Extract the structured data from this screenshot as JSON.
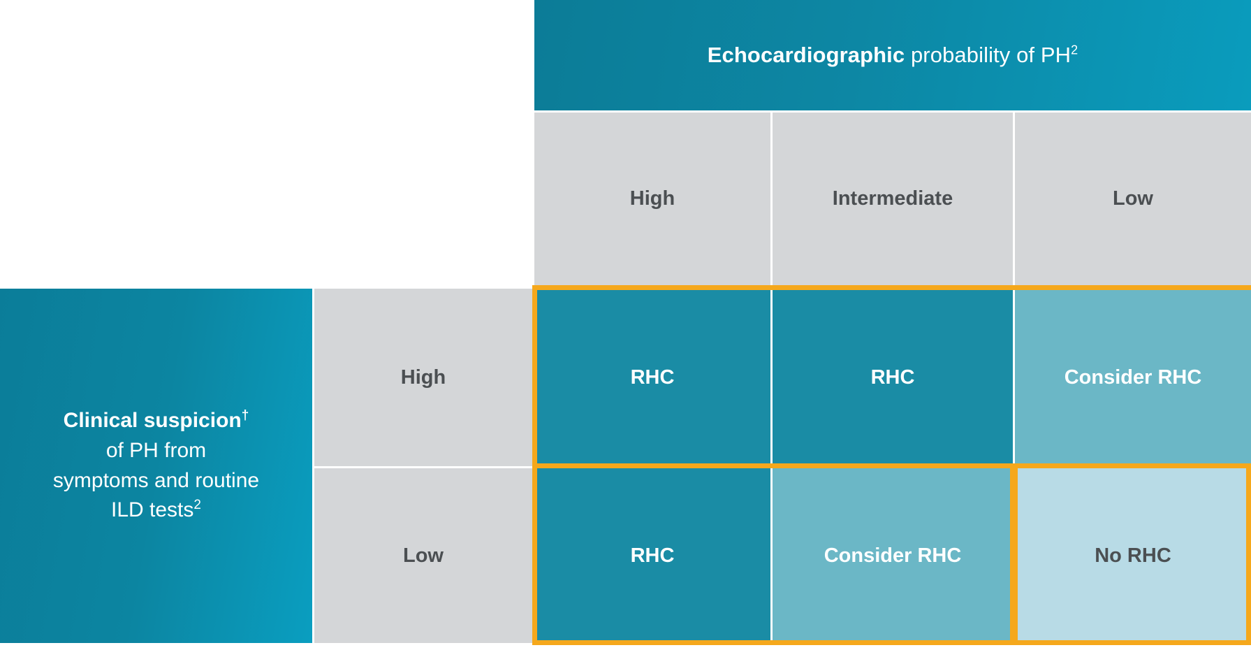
{
  "header": {
    "bold_part": "Echocardiographic",
    "rest_part": " probability of PH",
    "superscript": "2"
  },
  "row_axis": {
    "title_bold": "Clinical suspicion",
    "title_superscript": "†",
    "line2": "of PH from",
    "line3": "symptoms and routine",
    "line4": "ILD tests",
    "line4_superscript": "2"
  },
  "columns": [
    {
      "label": "High"
    },
    {
      "label": "Intermediate"
    },
    {
      "label": "Low"
    }
  ],
  "rows": [
    {
      "label": "High"
    },
    {
      "label": "Low"
    }
  ],
  "matrix": [
    [
      {
        "text": "RHC",
        "level": "rhc"
      },
      {
        "text": "RHC",
        "level": "rhc"
      },
      {
        "text": "Consider RHC",
        "level": "consider"
      }
    ],
    [
      {
        "text": "RHC",
        "level": "rhc"
      },
      {
        "text": "Consider RHC",
        "level": "consider"
      },
      {
        "text": "No RHC",
        "level": "no-rhc"
      }
    ]
  ],
  "colors": {
    "header_teal": "#0d87a4",
    "panel_teal": "#0c85a1",
    "grey_header": "#d4d6d8",
    "rhc_fill": "#1a8ca5",
    "consider_fill": "#6bb7c6",
    "no_rhc_fill": "#b8dbe6",
    "highlight_orange": "#f5a81c",
    "dark_text": "#4b4f52"
  },
  "chart_data": {
    "type": "table",
    "title": "RHC decision matrix: clinical suspicion vs echocardiographic probability of PH",
    "xlabel": "Echocardiographic probability of PH",
    "ylabel": "Clinical suspicion of PH from symptoms and routine ILD tests",
    "categories": [
      "High",
      "Intermediate",
      "Low"
    ],
    "row_categories": [
      "High",
      "Low"
    ],
    "cells": [
      [
        "RHC",
        "RHC",
        "Consider RHC"
      ],
      [
        "RHC",
        "Consider RHC",
        "No RHC"
      ]
    ],
    "legend": [
      {
        "name": "RHC",
        "color": "#1a8ca5"
      },
      {
        "name": "Consider RHC",
        "color": "#6bb7c6"
      },
      {
        "name": "No RHC",
        "color": "#b8dbe6"
      }
    ],
    "annotations": [
      "Orange outline groups RHC and Consider RHC recommendations",
      "Orange outline separately marks the No RHC recommendation"
    ],
    "grid": true,
    "legend_position": "none"
  }
}
